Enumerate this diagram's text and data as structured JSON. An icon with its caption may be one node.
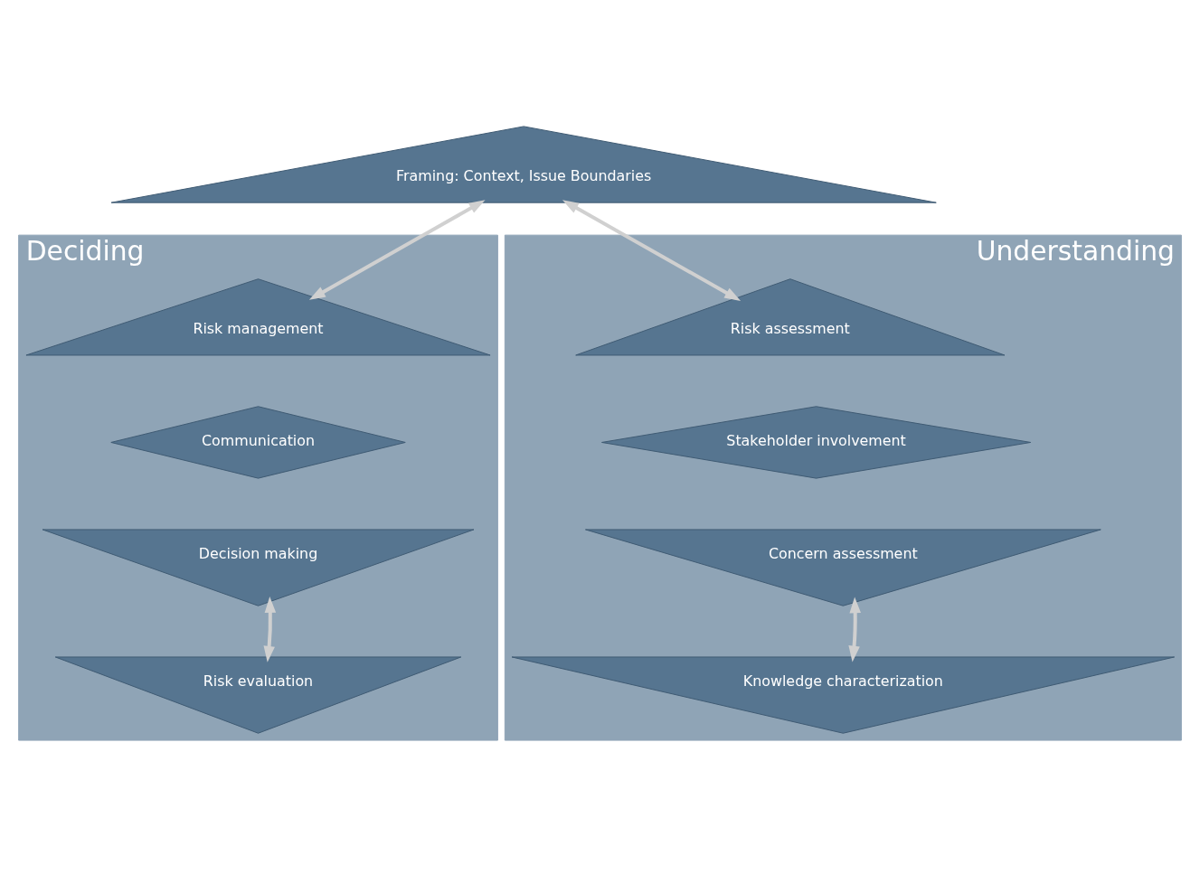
{
  "diagram": {
    "nodes": [
      {
        "text": [
          "Deciding"
        ]
      },
      {
        "text": [
          "Understanding"
        ]
      },
      {
        "text": [
          "Framing: Context, Issue Boundaries"
        ]
      },
      {
        "text": [
          "Risk management"
        ],
        "in": 0
      },
      {
        "text": [
          "Decision making"
        ],
        "in": 0
      },
      {
        "text": [
          "Communication"
        ],
        "in": 0
      },
      {
        "text": [
          "Stakeholder involvement"
        ],
        "in": 1
      },
      {
        "text": [
          "Risk assessment"
        ],
        "in": 1
      },
      {
        "text": [
          "Concern assessment"
        ],
        "in": 1
      },
      {
        "text": [
          "Risk evaluation"
        ],
        "in": 0
      },
      {
        "text": [
          "Knowledge characterization"
        ],
        "in": 1
      }
    ],
    "edges": [
      {
        "from": 2,
        "to": 3,
        "arrow": "both"
      },
      {
        "from": 2,
        "to": 7,
        "arrow": "both"
      },
      {
        "from": 4,
        "to": 9,
        "arrow": "both"
      },
      {
        "from": 8,
        "to": 10,
        "arrow": "both"
      }
    ]
  }
}
